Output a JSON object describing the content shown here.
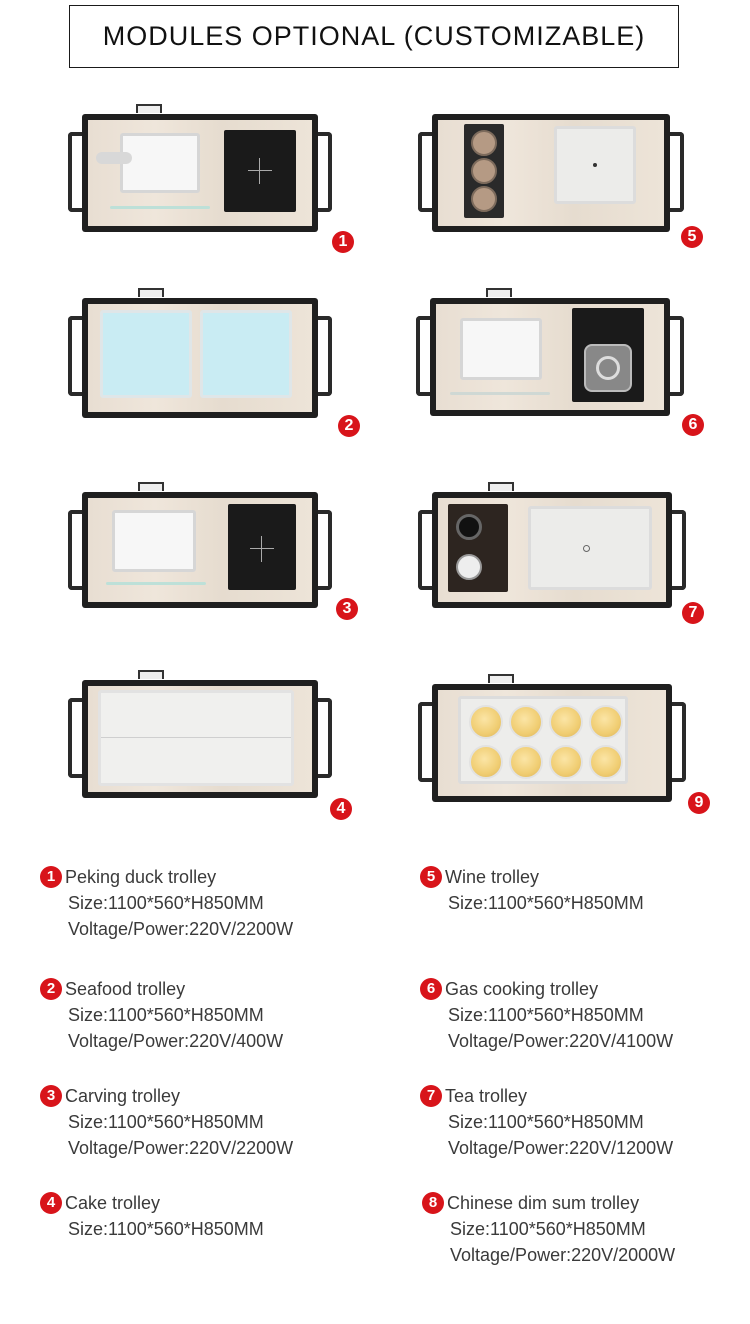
{
  "title": "MODULES OPTIONAL (CUSTOMIZABLE)",
  "trolleys": [
    {
      "badge": "1",
      "name": "Peking duck trolley",
      "size": "Size:1100*560*H850MM",
      "power": "Voltage/Power:220V/2200W"
    },
    {
      "badge": "2",
      "name": "Seafood trolley",
      "size": "Size:1100*560*H850MM",
      "power": "Voltage/Power:220V/400W"
    },
    {
      "badge": "3",
      "name": "Carving trolley",
      "size": "Size:1100*560*H850MM",
      "power": "Voltage/Power:220V/2200W"
    },
    {
      "badge": "4",
      "name": "Cake trolley",
      "size": "Size:1100*560*H850MM",
      "power": ""
    },
    {
      "badge": "5",
      "name": "Wine trolley",
      "size": "Size:1100*560*H850MM",
      "power": ""
    },
    {
      "badge": "6",
      "name": "Gas cooking trolley",
      "size": "Size:1100*560*H850MM",
      "power": "Voltage/Power:220V/4100W"
    },
    {
      "badge": "7",
      "name": "Tea trolley",
      "size": "Size:1100*560*H850MM",
      "power": "Voltage/Power:220V/1200W"
    },
    {
      "badge": "8",
      "name": "Chinese dim sum trolley",
      "size": "Size:1100*560*H850MM",
      "power": "Voltage/Power:220V/2000W"
    }
  ],
  "image_badges": [
    "1",
    "2",
    "3",
    "4",
    "5",
    "6",
    "7",
    "9"
  ],
  "colors": {
    "accent": "#d8141a",
    "board": "#e8ded2",
    "frame": "#1f1f1f",
    "seafood_tray": "#c9ecf3",
    "dimsum": "#f0cd72"
  },
  "icons": [
    "induction-cooker-icon",
    "gas-burner-icon",
    "wine-rack-icon",
    "tea-set-icon",
    "dim-sum-steamer-icon"
  ]
}
